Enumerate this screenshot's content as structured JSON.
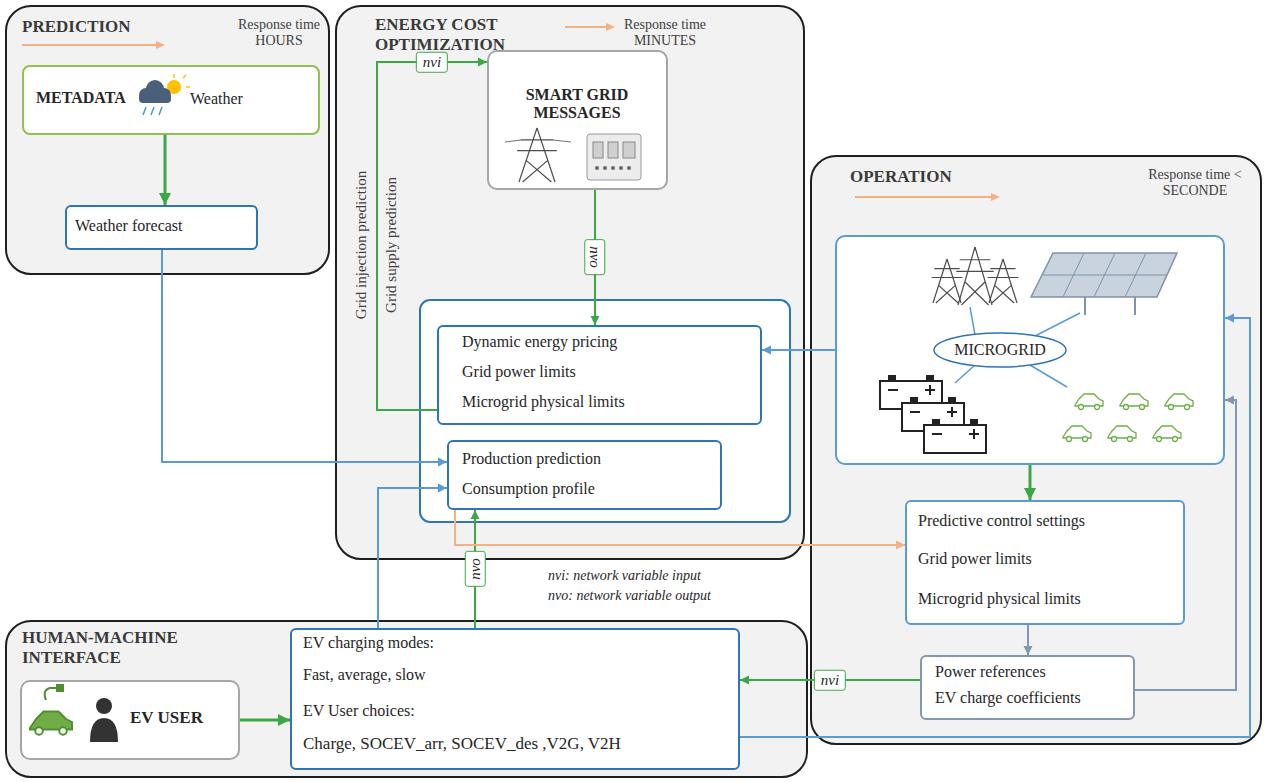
{
  "diagram": {
    "nodes": [
      {
        "text": [
          "PREDICTION",
          "Response time HOURS"
        ]
      },
      {
        "text": [
          "METADATA",
          "Weather"
        ],
        "in": 0
      },
      {
        "text": [
          "Weather forecast"
        ],
        "in": 0
      },
      {
        "text": [
          "ENERGY COST OPTIMIZATION",
          "Response time MINUTES"
        ]
      },
      {
        "text": [
          "SMART GRID MESSAGES"
        ],
        "in": 3
      },
      {
        "text": [
          "Dynamic energy pricing",
          "Grid power limits",
          "Microgrid physical limits"
        ],
        "in": 3
      },
      {
        "text": [
          "Production prediction",
          "Consumption profile"
        ],
        "in": 3
      },
      {
        "text": [
          "OPERATION",
          "Response time < SECONDE"
        ]
      },
      {
        "text": [
          "MICROGRID"
        ],
        "in": 7
      },
      {
        "text": [
          "Predictive control settings",
          "Grid power limits",
          "Microgrid physical limits"
        ],
        "in": 7
      },
      {
        "text": [
          "Power references",
          "EV charge coefficients"
        ],
        "in": 7
      },
      {
        "text": [
          "HUMAN-MACHINE INTERFACE"
        ]
      },
      {
        "text": [
          "EV USER"
        ],
        "in": 11
      },
      {
        "text": [
          "EV charging modes:",
          "Fast, average, slow",
          "EV User choices:",
          "Charge, SOCEV_arr, SOCEV_des ,V2G, V2H"
        ],
        "in": 11
      }
    ],
    "edges": [
      {
        "from": 1,
        "to": 2,
        "arrow": "to"
      },
      {
        "from": 2,
        "to": 6,
        "arrow": "to"
      },
      {
        "from": 5,
        "to": 4,
        "label": "nvi",
        "arrow": "to"
      },
      {
        "from": 4,
        "to": 5,
        "label": "nvo",
        "arrow": "to"
      },
      {
        "from": 8,
        "to": 5,
        "arrow": "to"
      },
      {
        "from": 13,
        "to": 6,
        "arrow": "to"
      },
      {
        "from": 13,
        "to": 6,
        "label": "nvo",
        "arrow": "to"
      },
      {
        "from": 6,
        "to": 9,
        "arrow": "to"
      },
      {
        "from": 8,
        "to": 9,
        "arrow": "to"
      },
      {
        "from": 9,
        "to": 10,
        "arrow": "to"
      },
      {
        "from": 10,
        "to": 8,
        "arrow": "to"
      },
      {
        "from": 13,
        "to": 8,
        "arrow": "to"
      },
      {
        "from": 10,
        "to": 13,
        "label": "nvi",
        "arrow": "to"
      },
      {
        "from": 12,
        "to": 13,
        "arrow": "to"
      }
    ],
    "labels": [
      "Grid injection prediction",
      "Grid supply prediction",
      "nvi: network variable input",
      "nvo: network variable output"
    ]
  }
}
